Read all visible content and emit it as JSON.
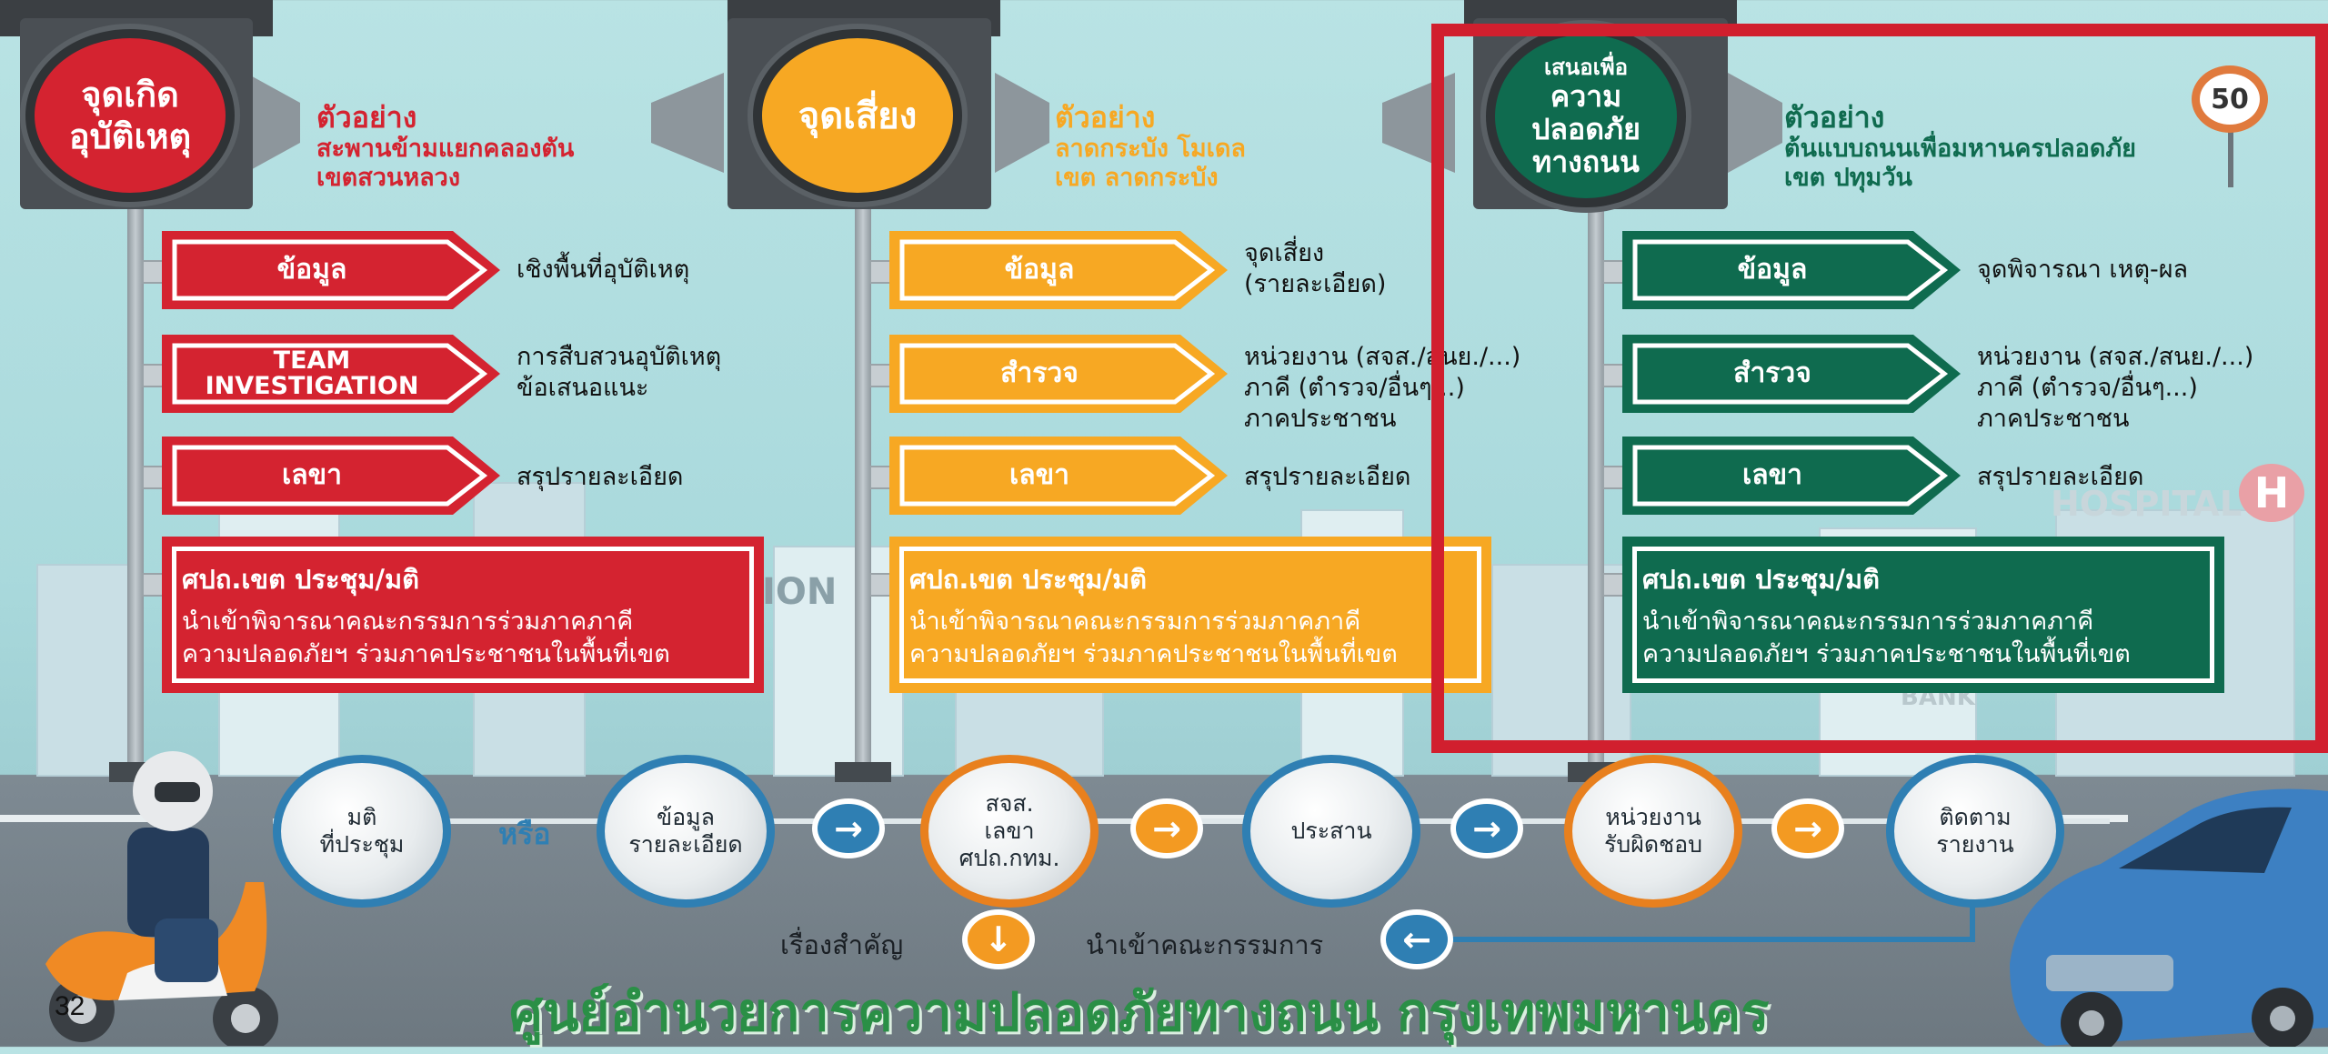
{
  "colors": {
    "red": "#d42330",
    "orange": "#f7a823",
    "green": "#0f6b4f",
    "blue": "#2f7fb3",
    "frame": "#d11f2e"
  },
  "columns": [
    {
      "head": [
        "จุดเกิด",
        "อุบัติเหตุ"
      ],
      "example_title": "ตัวอย่าง",
      "example_lines": [
        "สะพานข้ามแยกคลองตัน",
        "เขตสวนหลวง"
      ],
      "signs": [
        {
          "label": "ข้อมูล",
          "desc": [
            "เชิงพื้นที่อุบัติเหตุ"
          ]
        },
        {
          "label": "TEAM INVESTIGATION",
          "desc": [
            "การสืบสวนอุบัติเหตุ",
            "ข้อเสนอแนะ"
          ]
        },
        {
          "label": "เลขา",
          "desc": [
            "สรุปรายละเอียด"
          ]
        }
      ],
      "box_title": "ศปถ.เขต ประชุม/มติ",
      "box_lines": [
        "นำเข้าพิจารณาคณะกรรมการร่วมภาคภาคี",
        "ความปลอดภัยฯ ร่วมภาคประชาชนในพื้นที่เขต"
      ]
    },
    {
      "head": [
        "จุดเสี่ยง"
      ],
      "example_title": "ตัวอย่าง",
      "example_lines": [
        "ลาดกระบัง โมเดล",
        "เขต ลาดกระบัง"
      ],
      "signs": [
        {
          "label": "ข้อมูล",
          "desc": [
            "จุดเสี่ยง",
            "(รายละเอียด)"
          ]
        },
        {
          "label": "สำรวจ",
          "desc": [
            "หน่วยงาน (สจส./สนย./...)",
            "ภาคี (ตำรวจ/อื่นๆ...)",
            "ภาคประชาชน"
          ]
        },
        {
          "label": "เลขา",
          "desc": [
            "สรุปรายละเอียด"
          ]
        }
      ],
      "box_title": "ศปถ.เขต ประชุม/มติ",
      "box_lines": [
        "นำเข้าพิจารณาคณะกรรมการร่วมภาคภาคี",
        "ความปลอดภัยฯ ร่วมภาคประชาชนในพื้นที่เขต"
      ]
    },
    {
      "head": [
        "เสนอเพื่อ",
        "ความ",
        "ปลอดภัย",
        "ทางถนน"
      ],
      "example_title": "ตัวอย่าง",
      "example_lines": [
        "ต้นแบบถนนเพื่อมหานครปลอดภัย",
        "เขต ปทุมวัน"
      ],
      "speed_sign": "50",
      "signs": [
        {
          "label": "ข้อมูล",
          "desc": [
            "จุดพิจารณา เหตุ-ผล"
          ]
        },
        {
          "label": "สำรวจ",
          "desc": [
            "หน่วยงาน (สจส./สนย./...)",
            "ภาคี (ตำรวจ/อื่นๆ...)",
            "ภาคประชาชน"
          ]
        },
        {
          "label": "เลขา",
          "desc": [
            "สรุปรายละเอียด"
          ]
        }
      ],
      "box_title": "ศปถ.เขต ประชุม/มติ",
      "box_lines": [
        "นำเข้าพิจารณาคณะกรรมการร่วมภาคภาคี",
        "ความปลอดภัยฯ ร่วมภาคประชาชนในพื้นที่เขต"
      ]
    }
  ],
  "background_text": {
    "hospital": "HOSPITAL",
    "hospital_mark": "H",
    "ion": "ION",
    "bank": "BANK"
  },
  "flow": {
    "nodes": [
      [
        "มติ",
        "ที่ประชุม"
      ],
      [
        "ข้อมูล",
        "รายละเอียด"
      ],
      [
        "สจส.",
        "เลขา",
        "ศปถ.กทม."
      ],
      [
        "ประสาน"
      ],
      [
        "หน่วยงาน",
        "รับผิดชอบ"
      ],
      [
        "ติดตาม",
        "รายงาน"
      ]
    ],
    "or_label": "หรือ",
    "important_label": "เรื่องสำคัญ",
    "committee_label": "นำเข้าคณะกรรมการ"
  },
  "footer_title": "ศูนย์อำนวยการความปลอดภัยทางถนน กรุงเทพมหานคร",
  "page_number": "32"
}
